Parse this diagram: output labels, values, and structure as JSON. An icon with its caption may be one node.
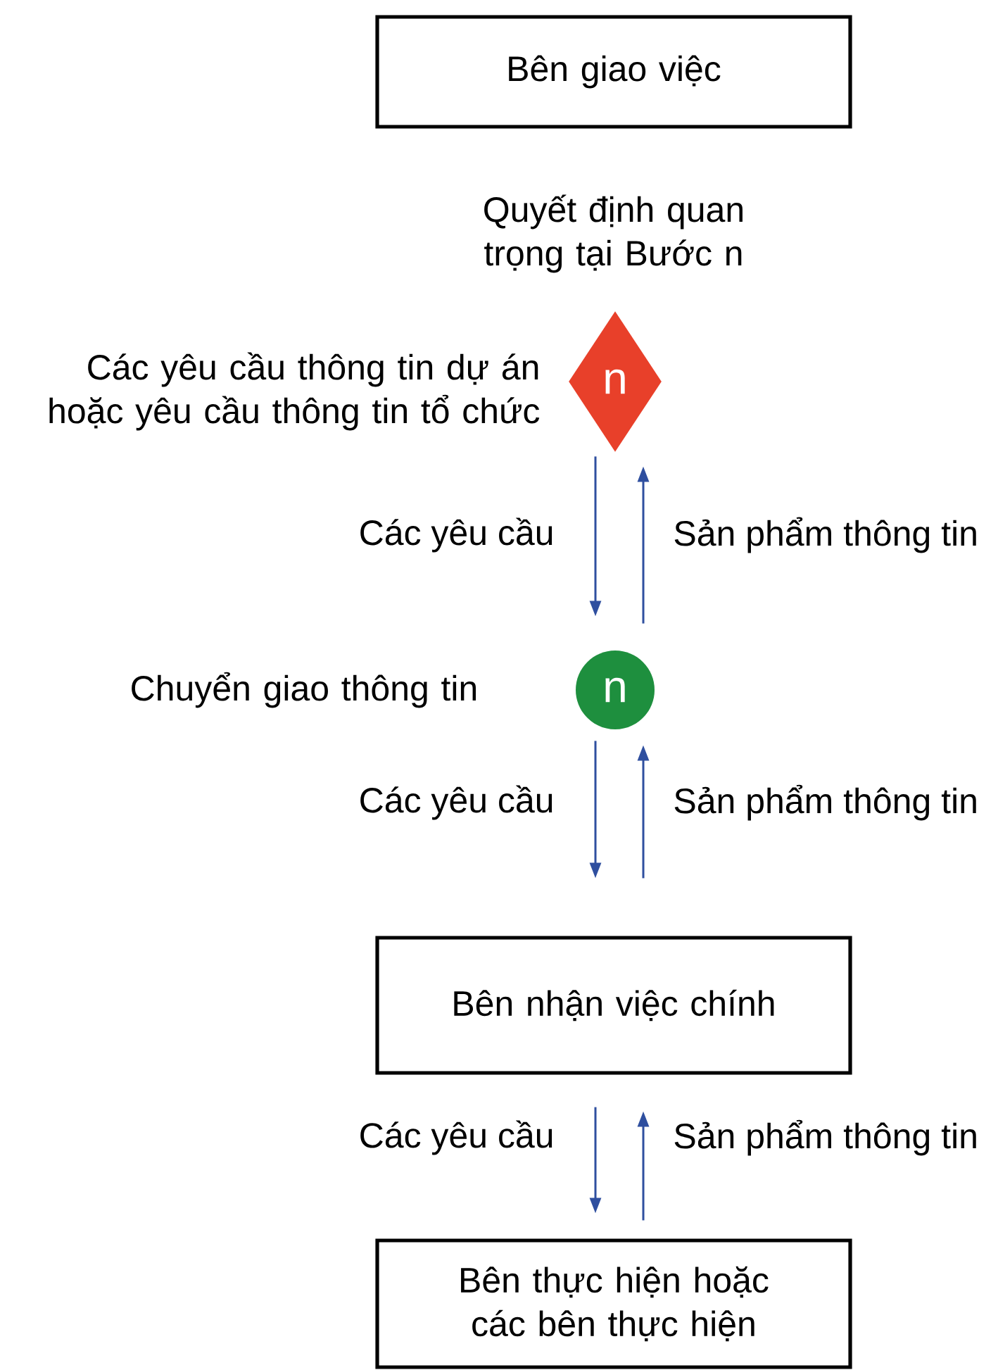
{
  "diagram": {
    "nodes": [
      {
        "text": [
          "Bên giao việc"
        ]
      },
      {
        "text": [
          "n"
        ],
        "beside": [
          "Các yêu cầu thông tin dự án hoặc yêu cầu thông tin tổ chức"
        ]
      },
      {
        "text": [
          "n"
        ]
      },
      {
        "text": [
          "Bên nhận việc chính"
        ]
      },
      {
        "text": [
          "Bên thực hiện hoặc các bên thực hiện"
        ]
      }
    ],
    "edges": [
      {
        "from": 1,
        "to": 2,
        "arrow": "to",
        "label": "Các yêu cầu",
        "color": "#2f4f9f"
      },
      {
        "from": 2,
        "to": 1,
        "arrow": "to",
        "label": "Sản phẩm thông tin",
        "color": "#2f4f9f"
      },
      {
        "from": 2,
        "to": 3,
        "arrow": "to",
        "label": "Các yêu cầu",
        "color": "#2f4f9f"
      },
      {
        "from": 3,
        "to": 2,
        "arrow": "to",
        "label": "Sản phẩm thông tin",
        "color": "#2f4f9f"
      },
      {
        "from": 3,
        "to": 4,
        "arrow": "to",
        "label": "Các yêu cầu",
        "color": "#2f4f9f"
      },
      {
        "from": 4,
        "to": 3,
        "arrow": "to",
        "label": "Sản phẩm thông tin",
        "color": "#2f4f9f"
      }
    ],
    "labels": [
      "Quyết định quan trọng tại Bước n",
      "Chuyển giao thông tin"
    ]
  }
}
